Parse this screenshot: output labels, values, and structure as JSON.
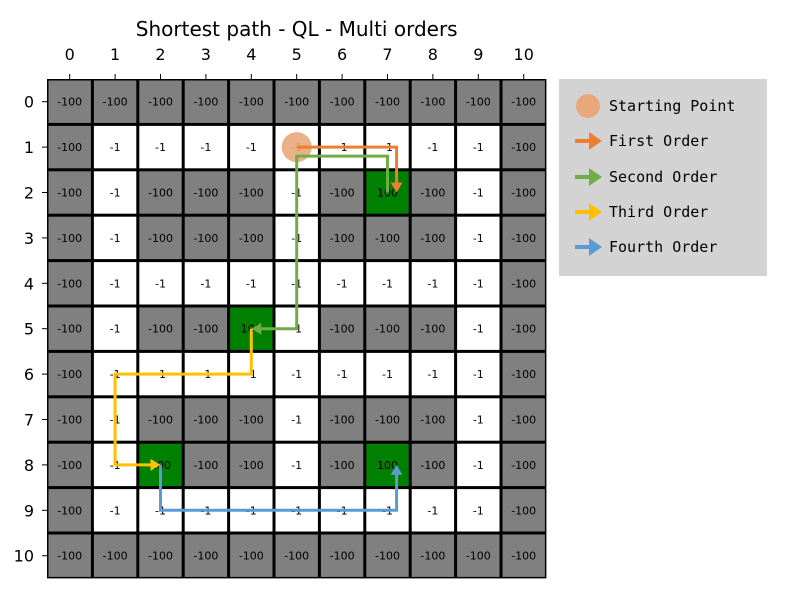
{
  "chart_data": {
    "type": "heatmap",
    "title": "Shortest path - QL - Multi orders",
    "x_ticks": [
      "0",
      "1",
      "2",
      "3",
      "4",
      "5",
      "6",
      "7",
      "8",
      "9",
      "10"
    ],
    "y_ticks": [
      "0",
      "1",
      "2",
      "3",
      "4",
      "5",
      "6",
      "7",
      "8",
      "9",
      "10"
    ],
    "colors": {
      "wall": "#808080",
      "free": "#ffffff",
      "goal": "#008000",
      "grid_line": "#000000",
      "legend_bg": "#d3d3d3"
    },
    "grid": [
      [
        "-100",
        "-100",
        "-100",
        "-100",
        "-100",
        "-100",
        "-100",
        "-100",
        "-100",
        "-100",
        "-100"
      ],
      [
        "-100",
        "-1",
        "-1",
        "-1",
        "-1",
        "-1",
        "-1",
        "-1",
        "-1",
        "-1",
        "-100"
      ],
      [
        "-100",
        "-1",
        "-100",
        "-100",
        "-100",
        "-1",
        "-100",
        "100",
        "-100",
        "-1",
        "-100"
      ],
      [
        "-100",
        "-1",
        "-100",
        "-100",
        "-100",
        "-1",
        "-100",
        "-100",
        "-100",
        "-1",
        "-100"
      ],
      [
        "-100",
        "-1",
        "-1",
        "-1",
        "-1",
        "-1",
        "-1",
        "-1",
        "-1",
        "-1",
        "-100"
      ],
      [
        "-100",
        "-1",
        "-100",
        "-100",
        "100",
        "-1",
        "-100",
        "-100",
        "-100",
        "-1",
        "-100"
      ],
      [
        "-100",
        "-1",
        "-1",
        "-1",
        "-1",
        "-1",
        "-1",
        "-1",
        "-1",
        "-1",
        "-100"
      ],
      [
        "-100",
        "-1",
        "-100",
        "-100",
        "-100",
        "-1",
        "-100",
        "-100",
        "-100",
        "-1",
        "-100"
      ],
      [
        "-100",
        "-1",
        "100",
        "-100",
        "-100",
        "-1",
        "-100",
        "100",
        "-100",
        "-1",
        "-100"
      ],
      [
        "-100",
        "-1",
        "-1",
        "-1",
        "-1",
        "-1",
        "-1",
        "-1",
        "-1",
        "-1",
        "-100"
      ],
      [
        "-100",
        "-100",
        "-100",
        "-100",
        "-100",
        "-100",
        "-100",
        "-100",
        "-100",
        "-100",
        "-100"
      ]
    ],
    "start": {
      "row": 1,
      "col": 5,
      "color": "#e8a87c"
    },
    "routes": [
      {
        "name": "First Order",
        "color": "#ed7d31",
        "points": [
          [
            1,
            5
          ],
          [
            1,
            7.2
          ],
          [
            2,
            7.2
          ]
        ]
      },
      {
        "name": "Second Order",
        "color": "#70ad47",
        "points": [
          [
            1.2,
            5
          ],
          [
            1.2,
            7
          ],
          [
            2,
            7
          ],
          [
            1.2,
            7
          ],
          [
            1.2,
            5
          ],
          [
            5,
            5
          ],
          [
            5,
            4
          ]
        ]
      },
      {
        "name": "Third Order",
        "color": "#ffc000",
        "points": [
          [
            5,
            4
          ],
          [
            6,
            4
          ],
          [
            6,
            1
          ],
          [
            8,
            1
          ],
          [
            8,
            2
          ]
        ]
      },
      {
        "name": "Fourth Order",
        "color": "#5b9bd5",
        "points": [
          [
            8,
            2
          ],
          [
            9,
            2
          ],
          [
            9,
            7.2
          ],
          [
            8,
            7.2
          ]
        ]
      }
    ],
    "legend": [
      {
        "label": "Starting Point",
        "kind": "circle",
        "color": "#e8a87c"
      },
      {
        "label": "First Order",
        "kind": "arrow",
        "color": "#ed7d31"
      },
      {
        "label": "Second Order",
        "kind": "arrow",
        "color": "#70ad47"
      },
      {
        "label": "Third Order",
        "kind": "arrow",
        "color": "#ffc000"
      },
      {
        "label": "Fourth Order",
        "kind": "arrow",
        "color": "#5b9bd5"
      }
    ]
  }
}
